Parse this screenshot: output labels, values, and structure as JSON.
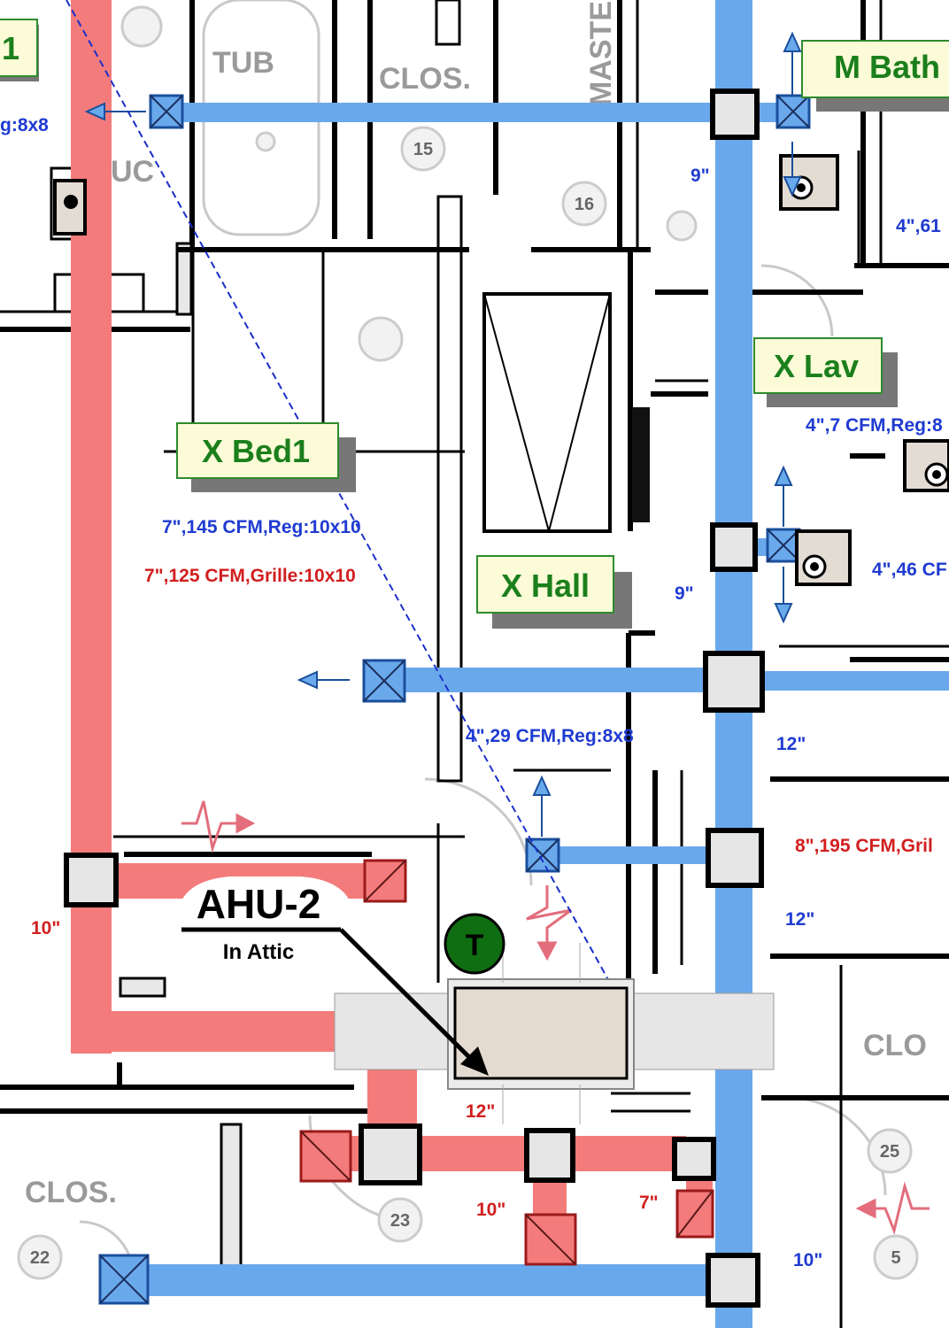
{
  "colors": {
    "supply_duct": "#6aa8ec",
    "return_duct": "#f47b7b",
    "room_label_text": "#1b7f1b",
    "room_label_fill": "#fbfbd8",
    "supply_annotation": "#1f3bd1",
    "return_annotation": "#d11f1f",
    "thermostat": "#0f6e12"
  },
  "rooms": {
    "partial_left": "1",
    "m_bath": "M Bath",
    "x_lav": "X Lav",
    "x_bed1": "X Bed1",
    "x_hall": "X Hall"
  },
  "annotations": {
    "top_left_reg": "g:8x8",
    "bed1_supply": "7\",145 CFM,Reg:10x10",
    "bed1_return": "7\",125 CFM,Grille:10x10",
    "hall_supply": "4\",29 CFM,Reg:8x8",
    "mbath_supply": "4\",61",
    "lav_supply": "4\",7 CFM,Reg:8",
    "lav_supply_2": "4\",46 CF",
    "right_return": "8\",195 CFM,Gril",
    "size_9_upper": "9\"",
    "size_9_lower": "9\"",
    "size_12_a": "12\"",
    "size_12_b": "12\"",
    "size_12_return": "12\"",
    "size_10_left": "10\"",
    "size_10_bottom": "10\"",
    "size_7_bottom": "7\"",
    "size_10_right": "10\""
  },
  "ahu": {
    "name": "AHU-2",
    "location": "In Attic"
  },
  "thermostat": {
    "label": "T"
  },
  "plan_text": {
    "tub": "TUB",
    "clos_top": "CLOS.",
    "master_vertical": "MASTE",
    "clos_bottom_left": "CLOS.",
    "clos_right": "CLO",
    "uc": "UC"
  },
  "room_tags": [
    "15",
    "16",
    "23",
    "22",
    "25",
    "5"
  ],
  "icons": {
    "supply_register": "x-box-register-icon",
    "return_grille": "diagonal-grille-icon",
    "airflow_arrow": "arrow-icon",
    "return_flow": "zigzag-arrow-icon",
    "exhaust_fan": "exhaust-fan-icon",
    "thermostat": "thermostat-icon"
  }
}
